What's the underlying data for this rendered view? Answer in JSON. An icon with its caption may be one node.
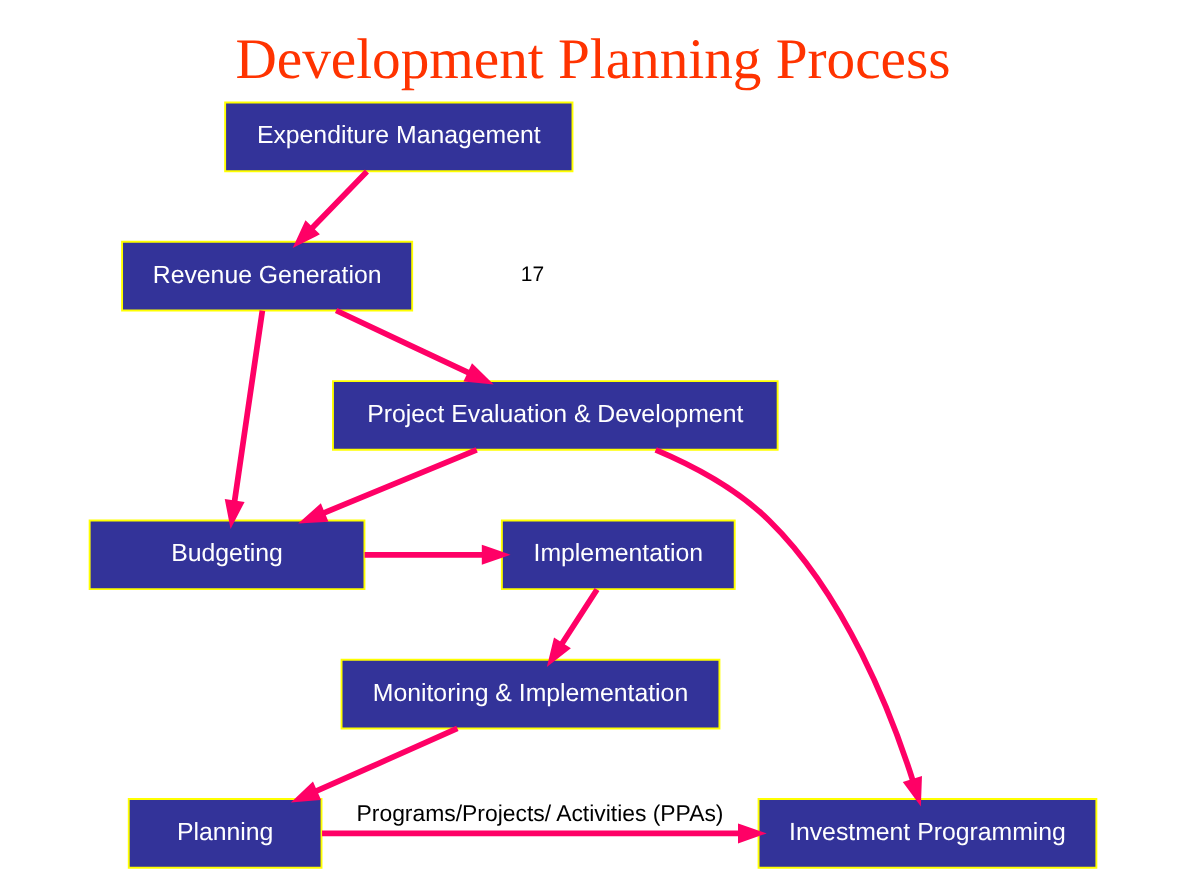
{
  "diagram": {
    "title": "Development Planning Process",
    "nodes": [
      {
        "text": [
          "Planning"
        ]
      },
      {
        "text": [
          "Investment Programming"
        ]
      },
      {
        "text": [
          "Revenue Generation"
        ]
      },
      {
        "text": [
          "Monitoring & Implementation"
        ]
      },
      {
        "text": [
          "Project Evaluation & Development"
        ]
      },
      {
        "text": [
          "Implementation"
        ]
      },
      {
        "text": [
          "Budgeting"
        ]
      },
      {
        "text": [
          "Expenditure Management"
        ]
      }
    ],
    "edges": [
      {
        "from": 0,
        "to": 1,
        "arrow": "to",
        "label": "Programs/Projects/ Activities (PPAs)"
      },
      {
        "from": 4,
        "to": 1,
        "arrow": "to"
      },
      {
        "from": 2,
        "to": 4,
        "arrow": "to"
      },
      {
        "from": 2,
        "to": 6,
        "arrow": "to"
      },
      {
        "from": 4,
        "to": 6,
        "arrow": "to"
      },
      {
        "from": 6,
        "to": 5,
        "arrow": "to"
      },
      {
        "from": 5,
        "to": 3,
        "arrow": "to"
      },
      {
        "from": 3,
        "to": 0,
        "arrow": "to"
      },
      {
        "from": 7,
        "to": 2,
        "arrow": "to"
      }
    ],
    "labels": [
      "17"
    ]
  }
}
